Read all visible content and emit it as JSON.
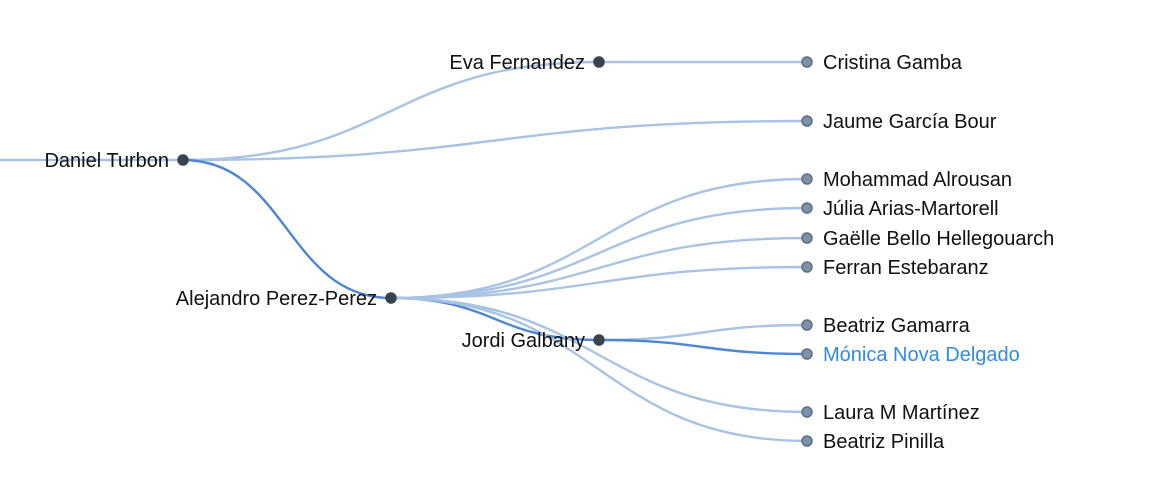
{
  "colors": {
    "link": "#a8c3e4",
    "link_active": "#4f86d0",
    "leaf_fill": "#7f91a6",
    "leaf_stroke": "#5d6f85",
    "inner_fill": "#39434f",
    "inner_stroke": "#39434f",
    "label": "#111111",
    "label_highlight": "#2f8be6"
  },
  "root": {
    "name": "Daniel Turbon",
    "children": [
      {
        "name": "Eva Fernandez",
        "children": [
          {
            "name": "Cristina Gamba"
          }
        ]
      },
      {
        "name": "Jaume García Bour"
      },
      {
        "name": "Alejandro Perez-Perez",
        "children": [
          {
            "name": "Mohammad Alrousan"
          },
          {
            "name": "Júlia Arias-Martorell"
          },
          {
            "name": "Gaëlle Bello Hellegouarch"
          },
          {
            "name": "Ferran Estebaranz"
          },
          {
            "name": "Jordi Galbany",
            "children": [
              {
                "name": "Beatriz Gamarra"
              },
              {
                "name": "Mónica Nova Delgado",
                "highlight": true
              }
            ]
          },
          {
            "name": "Laura M Martínez"
          },
          {
            "name": "Beatriz Pinilla"
          }
        ]
      }
    ]
  }
}
